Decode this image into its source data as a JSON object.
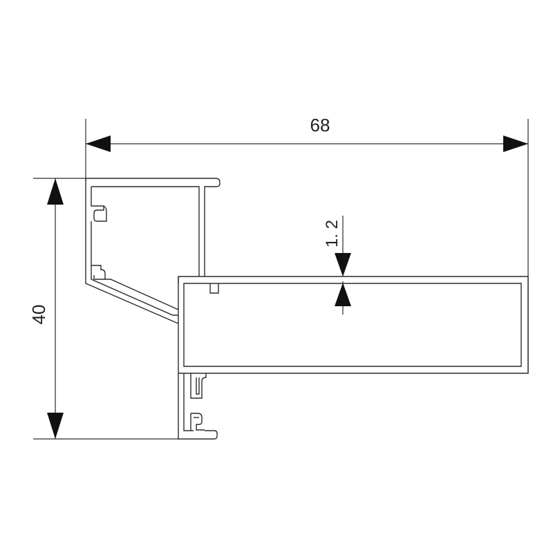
{
  "dimensions": {
    "width_label": "68",
    "height_label": "40",
    "wall_thickness_label": "1. 2"
  }
}
